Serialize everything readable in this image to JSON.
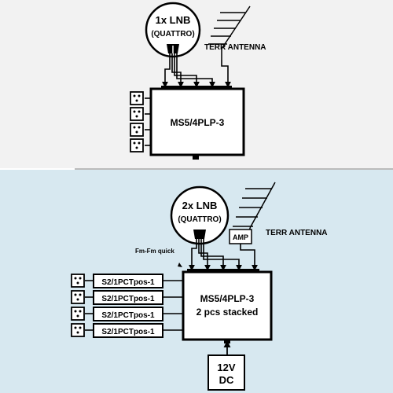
{
  "top_diagram": {
    "lnb_title": "1x LNB",
    "lnb_subtitle": "(QUATTRO)",
    "antenna_label": "TERR ANTENNA",
    "multiswitch_label": "MS5/4PLP-3"
  },
  "bottom_diagram": {
    "lnb_title": "2x LNB",
    "lnb_subtitle": "(QUATTRO)",
    "antenna_label": "TERR ANTENNA",
    "amp_label": "AMP",
    "connector_note": "Fm-Fm quick",
    "multiswitch_line1": "MS5/4PLP-3",
    "multiswitch_line2": "2 pcs stacked",
    "splitters": [
      "S2/1PCTpos-1",
      "S2/1PCTpos-1",
      "S2/1PCTpos-1",
      "S2/1PCTpos-1"
    ],
    "power_line1": "12V",
    "power_line2": "DC"
  },
  "colors": {
    "panel_top": "#f2f2f2",
    "panel_bottom": "#d7e8f0",
    "box_fill": "#ffffff",
    "stroke": "#000000"
  },
  "icons": {
    "outlet": "tv-outlet-icon",
    "lnb": "satellite-dish-icon",
    "antenna": "terrestrial-antenna-icon"
  }
}
